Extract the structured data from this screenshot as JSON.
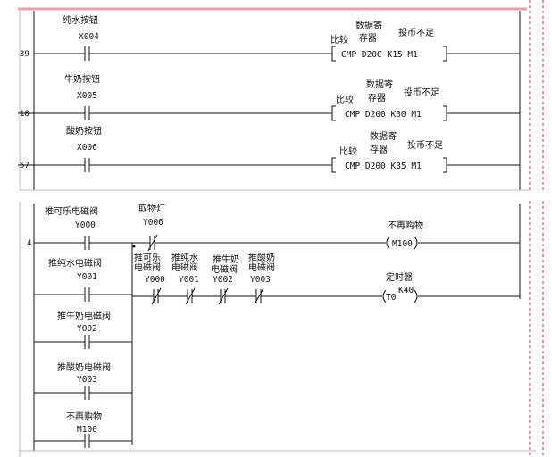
{
  "colors": {
    "line": "#111111",
    "accent_top": "#e8a0a8",
    "dashed": "#cc3344"
  },
  "block1": {
    "rungs": [
      {
        "number": "39",
        "contact_label": "纯水按钮",
        "contact_addr": "X004",
        "func": {
          "left": "比较",
          "top1": "数据寄",
          "top2": "存器",
          "right": "投币不足",
          "instr": "CMP D200 K15 M1"
        }
      },
      {
        "number": "18",
        "contact_label": "牛奶按钮",
        "contact_addr": "X005",
        "func": {
          "left": "比较",
          "top1": "数据寄",
          "top2": "存器",
          "right": "投币不足",
          "instr": "CMP D200 K30 M1"
        }
      },
      {
        "number": "57",
        "contact_label": "酸奶按钮",
        "contact_addr": "X006",
        "func": {
          "left": "比较",
          "top1": "数据寄",
          "top2": "存器",
          "right": "投币不足",
          "instr": "CMP D200 K35 M1"
        }
      }
    ]
  },
  "block2": {
    "rung_number": "4",
    "parallel_contacts": [
      {
        "label": "推可乐电磁阀",
        "addr": "Y000"
      },
      {
        "label": "推纯水电磁阀",
        "addr": "Y001"
      },
      {
        "label": "推牛奶电磁阀",
        "addr": "Y002"
      },
      {
        "label": "推酸奶电磁阀",
        "addr": "Y003"
      },
      {
        "label": "不再购物",
        "addr": "M100"
      }
    ],
    "nc_contact": {
      "label": "取物灯",
      "addr": "Y006"
    },
    "coil_m100": {
      "label": "不再购物",
      "addr": "M100"
    },
    "nc_series": [
      {
        "label1": "推可乐",
        "label2": "电磁阀",
        "addr": "Y000"
      },
      {
        "label1": "推纯水",
        "label2": "电磁阀",
        "addr": "Y001"
      },
      {
        "label1": "推牛奶",
        "label2": "电磁阀",
        "addr": "Y002"
      },
      {
        "label1": "推酸奶",
        "label2": "电磁阀",
        "addr": "Y003"
      }
    ],
    "timer": {
      "label": "定时器",
      "addr": "T0",
      "preset": "K40"
    }
  }
}
